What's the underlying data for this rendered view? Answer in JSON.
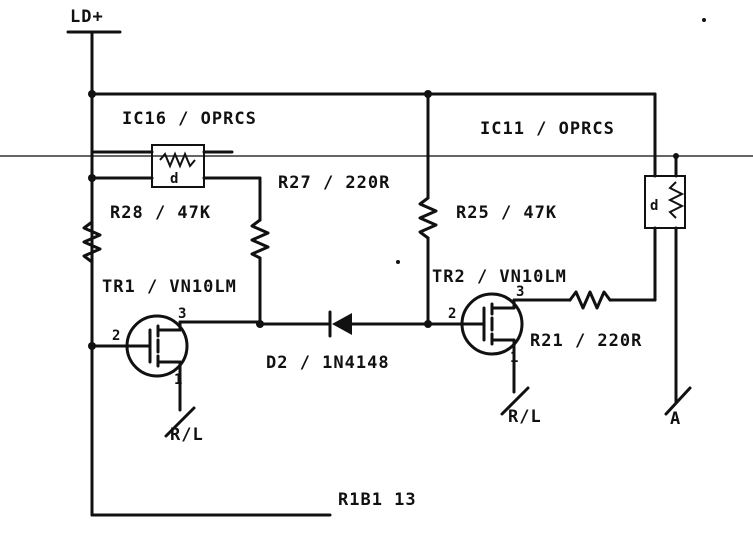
{
  "supply": {
    "label": "LD+"
  },
  "ics": [
    {
      "id": "ic16",
      "label": "IC16 / OPRCS"
    },
    {
      "id": "ic11",
      "label": "IC11 / OPRCS"
    }
  ],
  "resistors": {
    "r27": "R27 / 220R",
    "r28": "R28 / 47K",
    "r25": "R25 / 47K",
    "r21": "R21 / 220R"
  },
  "transistors": {
    "tr1": {
      "label": "TR1 / VN10LM",
      "pin_gate": "2",
      "pin_drain": "3",
      "pin_source": "1"
    },
    "tr2": {
      "label": "TR2 / VN10LM",
      "pin_gate": "2",
      "pin_drain": "3",
      "pin_source": "1"
    }
  },
  "diode": {
    "label": "D2 / 1N4148"
  },
  "nets": {
    "rl_left": "R/L",
    "rl_right": "R/L",
    "a": "A",
    "bottom": "R1B1 13"
  }
}
